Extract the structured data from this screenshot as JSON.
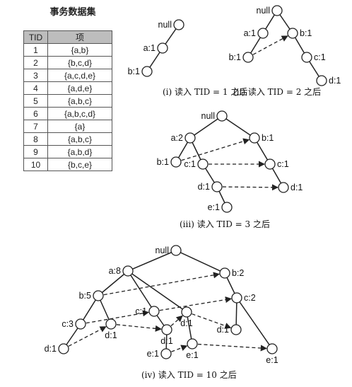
{
  "table": {
    "title": "事务数据集",
    "headers": [
      "TID",
      "项"
    ],
    "rows": [
      [
        "1",
        "{a,b}"
      ],
      [
        "2",
        "{b,c,d}"
      ],
      [
        "3",
        "{a,c,d,e}"
      ],
      [
        "4",
        "{a,d,e}"
      ],
      [
        "5",
        "{a,b,c}"
      ],
      [
        "6",
        "{a,b,c,d}"
      ],
      [
        "7",
        "{a}"
      ],
      [
        "8",
        "{a,b,c}"
      ],
      [
        "9",
        "{a,b,d}"
      ],
      [
        "10",
        "{b,c,e}"
      ]
    ]
  },
  "trees": [
    {
      "caption": "(i) 读入 TID = 1 之后",
      "nodes": [
        {
          "id": "n0",
          "label": "null"
        },
        {
          "id": "a",
          "label": "a:1"
        },
        {
          "id": "ab",
          "label": "b:1"
        }
      ],
      "edges": [
        [
          "n0",
          "a"
        ],
        [
          "a",
          "ab"
        ]
      ],
      "links": []
    },
    {
      "caption": "(ii) 读入 TID = 2 之后",
      "nodes": [
        {
          "id": "n0",
          "label": "null"
        },
        {
          "id": "a",
          "label": "a:1"
        },
        {
          "id": "ab",
          "label": "b:1"
        },
        {
          "id": "b",
          "label": "b:1"
        },
        {
          "id": "bc",
          "label": "c:1"
        },
        {
          "id": "bcd",
          "label": "d:1"
        }
      ],
      "edges": [
        [
          "n0",
          "a"
        ],
        [
          "a",
          "ab"
        ],
        [
          "n0",
          "b"
        ],
        [
          "b",
          "bc"
        ],
        [
          "bc",
          "bcd"
        ]
      ],
      "links": [
        [
          "ab",
          "b"
        ]
      ]
    },
    {
      "caption": "(iii) 读入 TID = 3 之后",
      "nodes": [
        {
          "id": "n0",
          "label": "null"
        },
        {
          "id": "a",
          "label": "a:2"
        },
        {
          "id": "ab",
          "label": "b:1"
        },
        {
          "id": "ac",
          "label": "c:1"
        },
        {
          "id": "acd",
          "label": "d:1"
        },
        {
          "id": "acde",
          "label": "e:1"
        },
        {
          "id": "b",
          "label": "b:1"
        },
        {
          "id": "bc",
          "label": "c:1"
        },
        {
          "id": "bcd",
          "label": "d:1"
        }
      ],
      "edges": [
        [
          "n0",
          "a"
        ],
        [
          "n0",
          "b"
        ],
        [
          "a",
          "ab"
        ],
        [
          "a",
          "ac"
        ],
        [
          "ac",
          "acd"
        ],
        [
          "acd",
          "acde"
        ],
        [
          "b",
          "bc"
        ],
        [
          "bc",
          "bcd"
        ]
      ],
      "links": [
        [
          "ab",
          "b"
        ],
        [
          "ac",
          "bc"
        ],
        [
          "acd",
          "bcd"
        ]
      ]
    },
    {
      "caption": "(iv) 读入 TID = 10 之后",
      "nodes": [
        {
          "id": "n0",
          "label": "null"
        },
        {
          "id": "a",
          "label": "a:8"
        },
        {
          "id": "ab",
          "label": "b:5"
        },
        {
          "id": "abc",
          "label": "c:3"
        },
        {
          "id": "abcd",
          "label": "d:1"
        },
        {
          "id": "abd",
          "label": "d:1"
        },
        {
          "id": "ac",
          "label": "c:1"
        },
        {
          "id": "acd",
          "label": "d:1"
        },
        {
          "id": "acde",
          "label": "e:1"
        },
        {
          "id": "ad",
          "label": "d:1"
        },
        {
          "id": "ade",
          "label": "e:1"
        },
        {
          "id": "b",
          "label": "b:2"
        },
        {
          "id": "bc",
          "label": "c:2"
        },
        {
          "id": "bcd",
          "label": "d:1"
        },
        {
          "id": "bce",
          "label": "e:1"
        }
      ],
      "edges": [
        [
          "n0",
          "a"
        ],
        [
          "n0",
          "b"
        ],
        [
          "a",
          "ab"
        ],
        [
          "a",
          "ac"
        ],
        [
          "a",
          "ad"
        ],
        [
          "ab",
          "abc"
        ],
        [
          "ab",
          "abd"
        ],
        [
          "abc",
          "abcd"
        ],
        [
          "ac",
          "acd"
        ],
        [
          "acd",
          "acde"
        ],
        [
          "ad",
          "ade"
        ],
        [
          "b",
          "bc"
        ],
        [
          "bc",
          "bcd"
        ],
        [
          "bc",
          "bce"
        ]
      ],
      "links": [
        [
          "ab",
          "b"
        ],
        [
          "abc",
          "ac"
        ],
        [
          "ac",
          "bc"
        ],
        [
          "abcd",
          "abd"
        ],
        [
          "abd",
          "acd"
        ],
        [
          "acd",
          "ad"
        ],
        [
          "ad",
          "bcd"
        ],
        [
          "acde",
          "ade"
        ],
        [
          "ade",
          "bce"
        ]
      ]
    }
  ]
}
